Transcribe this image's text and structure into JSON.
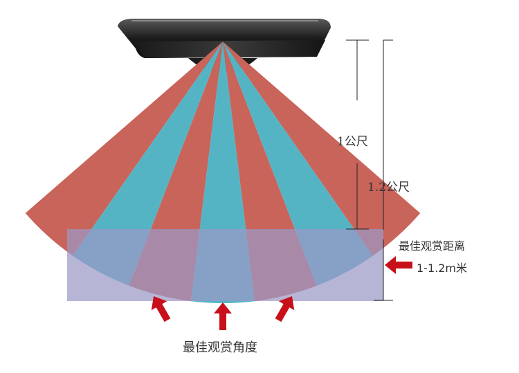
{
  "labels": {
    "distance_1m": "1公尺",
    "distance_1_2m": "1.2公尺",
    "best_distance_title": "最佳观赏距离",
    "best_distance_value": "1-1.2m米",
    "best_angle": "最佳观赏角度"
  },
  "colors": {
    "beam_red": "#c8645a",
    "beam_teal": "#55b4c4",
    "band_fill": "#9b99c6",
    "arrow_red": "#c8101a",
    "projector_body": "#2a2a2a",
    "line_color": "#222222"
  },
  "icons": {
    "projector": "ceiling-projector-icon",
    "arrow": "red-arrow-icon"
  }
}
